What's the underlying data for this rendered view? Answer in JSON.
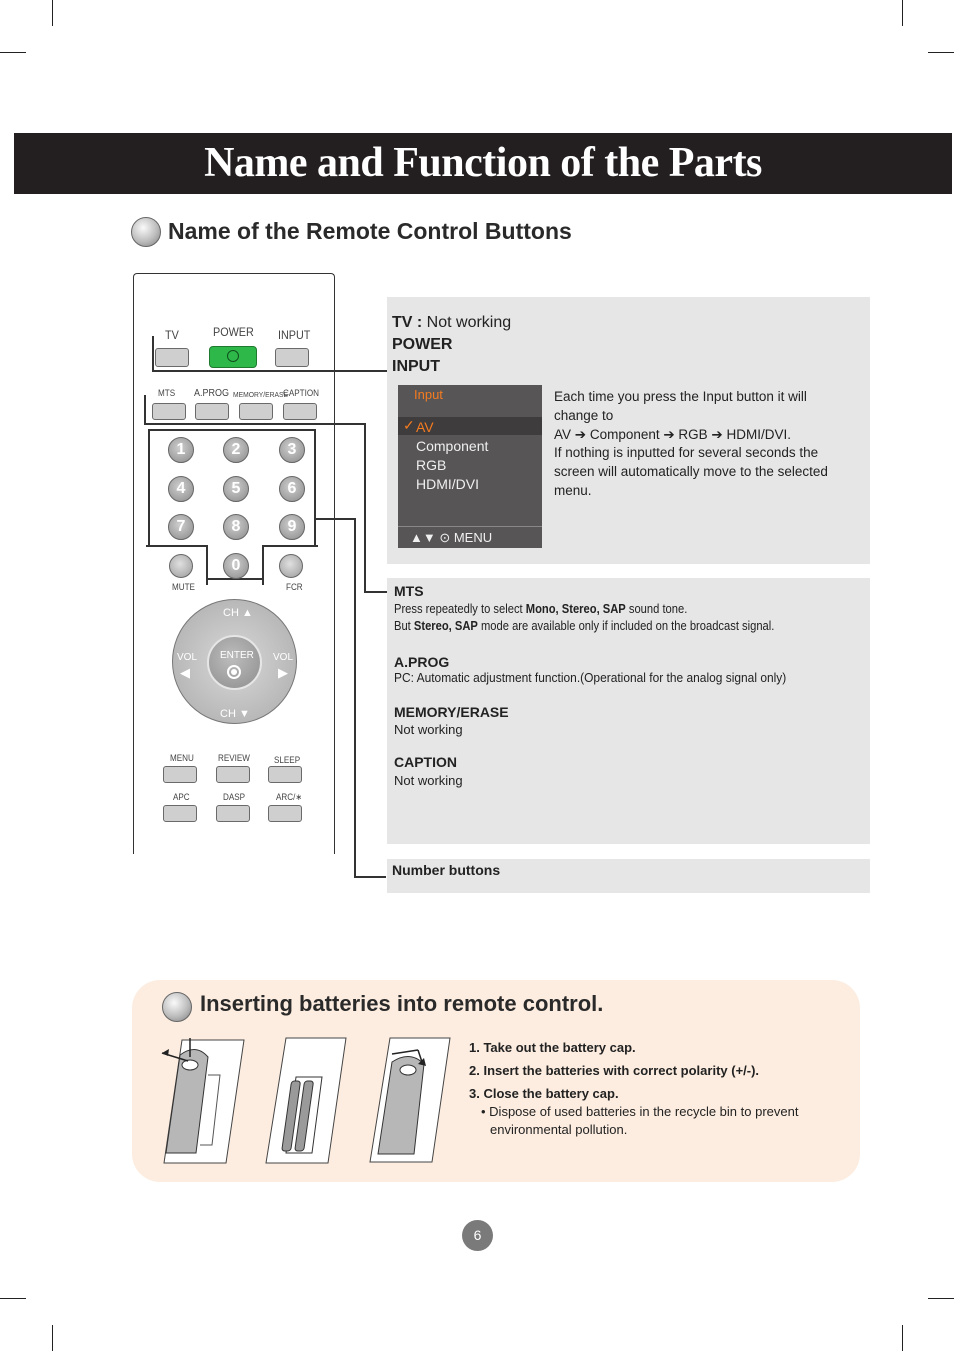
{
  "page_title": "Name and Function of the Parts",
  "section1_title": "Name of the Remote Control Buttons",
  "remote": {
    "labels": {
      "tv": "TV",
      "power": "POWER",
      "input": "INPUT",
      "mts": "MTS",
      "aprog": "A.PROG",
      "memory_erase": "MEMORY/ERASE",
      "caption": "CAPTION",
      "mute": "MUTE",
      "fcr": "FCR",
      "ch_up": "CH",
      "ch_down": "CH",
      "vol_left": "VOL",
      "vol_right": "VOL",
      "enter": "ENTER",
      "menu": "MENU",
      "review": "REVIEW",
      "sleep": "SLEEP",
      "apc": "APC",
      "dasp": "DASP",
      "arc": "ARC/∗"
    },
    "numbers": [
      "1",
      "2",
      "3",
      "4",
      "5",
      "6",
      "7",
      "8",
      "9",
      "0"
    ],
    "power_button_color": "#2fb84a"
  },
  "panel_top": {
    "tv_label": "TV :",
    "tv_text": "Not working",
    "power": "POWER",
    "input": "INPUT",
    "osd": {
      "title": "Input",
      "items": [
        "AV",
        "Component",
        "RGB",
        "HDMI/DVI"
      ],
      "selected_mark": "✓",
      "footer": "▲▼ ⊙ MENU",
      "title_color": "#f47b20",
      "selected_color": "#f47b20"
    },
    "description": [
      "Each time you press the Input button it will",
      "change to",
      "AV ➔ Component ➔ RGB ➔ HDMI/DVI.",
      "If nothing is inputted for several seconds the",
      "screen will automatically move to the selected",
      "menu."
    ]
  },
  "panel_mid": {
    "mts_title": "MTS",
    "mts_line1_pre": "Press repeatedly to select ",
    "mts_line1_bold": "Mono, Stereo, SAP",
    "mts_line1_post": " sound tone.",
    "mts_line2_pre": "But ",
    "mts_line2_bold": "Stereo, SAP",
    "mts_line2_post": " mode are available only if included on the broadcast signal.",
    "aprog_title": "A.PROG",
    "aprog_text": "PC: Automatic adjustment function.(Operational for the analog signal only)",
    "memory_title": "MEMORY/ERASE",
    "memory_text": "Not working",
    "caption_title": "CAPTION",
    "caption_text": "Not working"
  },
  "panel_num": {
    "label": "Number buttons"
  },
  "section2_title": "Inserting batteries into remote control.",
  "battery_steps": [
    "1. Take out the battery cap.",
    "2. Insert the batteries with correct polarity (+/-).",
    "3. Close the battery cap."
  ],
  "battery_note": [
    "• Dispose of used batteries in the recycle bin to prevent",
    "environmental pollution."
  ],
  "page_number": "6"
}
